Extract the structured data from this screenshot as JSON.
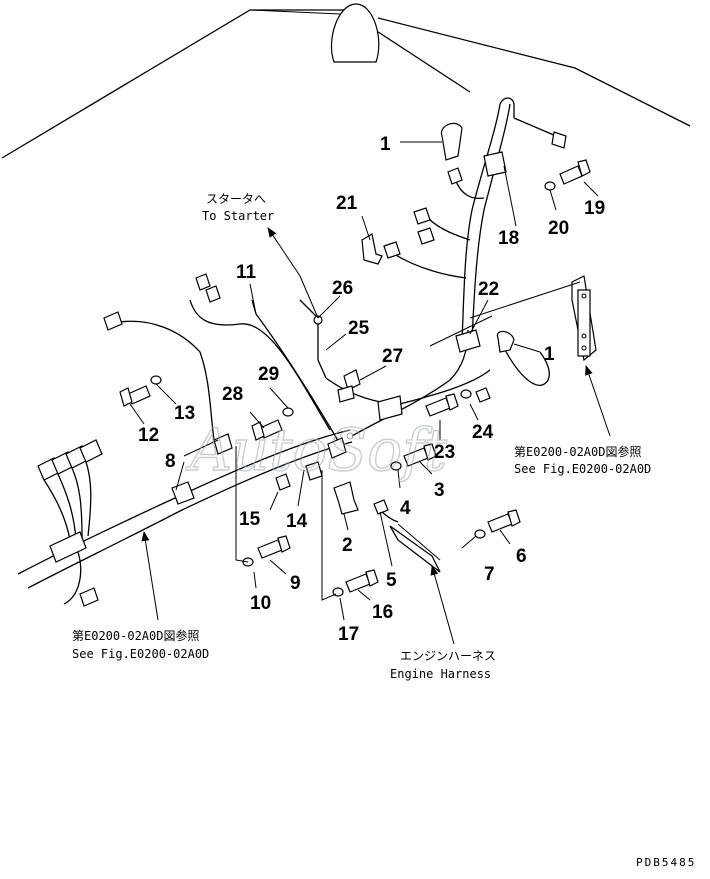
{
  "diagram": {
    "callouts": [
      {
        "id": "c1a",
        "text": "1"
      },
      {
        "id": "c1b",
        "text": "1"
      },
      {
        "id": "c2",
        "text": "2"
      },
      {
        "id": "c3",
        "text": "3"
      },
      {
        "id": "c4",
        "text": "4"
      },
      {
        "id": "c5",
        "text": "5"
      },
      {
        "id": "c6",
        "text": "6"
      },
      {
        "id": "c7",
        "text": "7"
      },
      {
        "id": "c8",
        "text": "8"
      },
      {
        "id": "c9",
        "text": "9"
      },
      {
        "id": "c10",
        "text": "10"
      },
      {
        "id": "c11",
        "text": "11"
      },
      {
        "id": "c12",
        "text": "12"
      },
      {
        "id": "c13",
        "text": "13"
      },
      {
        "id": "c14",
        "text": "14"
      },
      {
        "id": "c15",
        "text": "15"
      },
      {
        "id": "c16",
        "text": "16"
      },
      {
        "id": "c17",
        "text": "17"
      },
      {
        "id": "c18",
        "text": "18"
      },
      {
        "id": "c19",
        "text": "19"
      },
      {
        "id": "c20",
        "text": "20"
      },
      {
        "id": "c21",
        "text": "21"
      },
      {
        "id": "c22",
        "text": "22"
      },
      {
        "id": "c23",
        "text": "23"
      },
      {
        "id": "c24",
        "text": "24"
      },
      {
        "id": "c25",
        "text": "25"
      },
      {
        "id": "c26",
        "text": "26"
      },
      {
        "id": "c27",
        "text": "27"
      },
      {
        "id": "c28",
        "text": "28"
      },
      {
        "id": "c29",
        "text": "29"
      }
    ],
    "notes": {
      "to_starter_jp": "スタータへ",
      "to_starter_en": "To Starter",
      "ref_right_jp": "第E0200-02A0D図参照",
      "ref_right_en": "See Fig.E0200-02A0D",
      "ref_left_jp": "第E0200-02A0D図参照",
      "ref_left_en": "See Fig.E0200-02A0D",
      "engine_harness_jp": "エンジンハーネス",
      "engine_harness_en": "Engine Harness"
    },
    "watermark": "AutoSoft",
    "page_code": "PDB5485"
  }
}
